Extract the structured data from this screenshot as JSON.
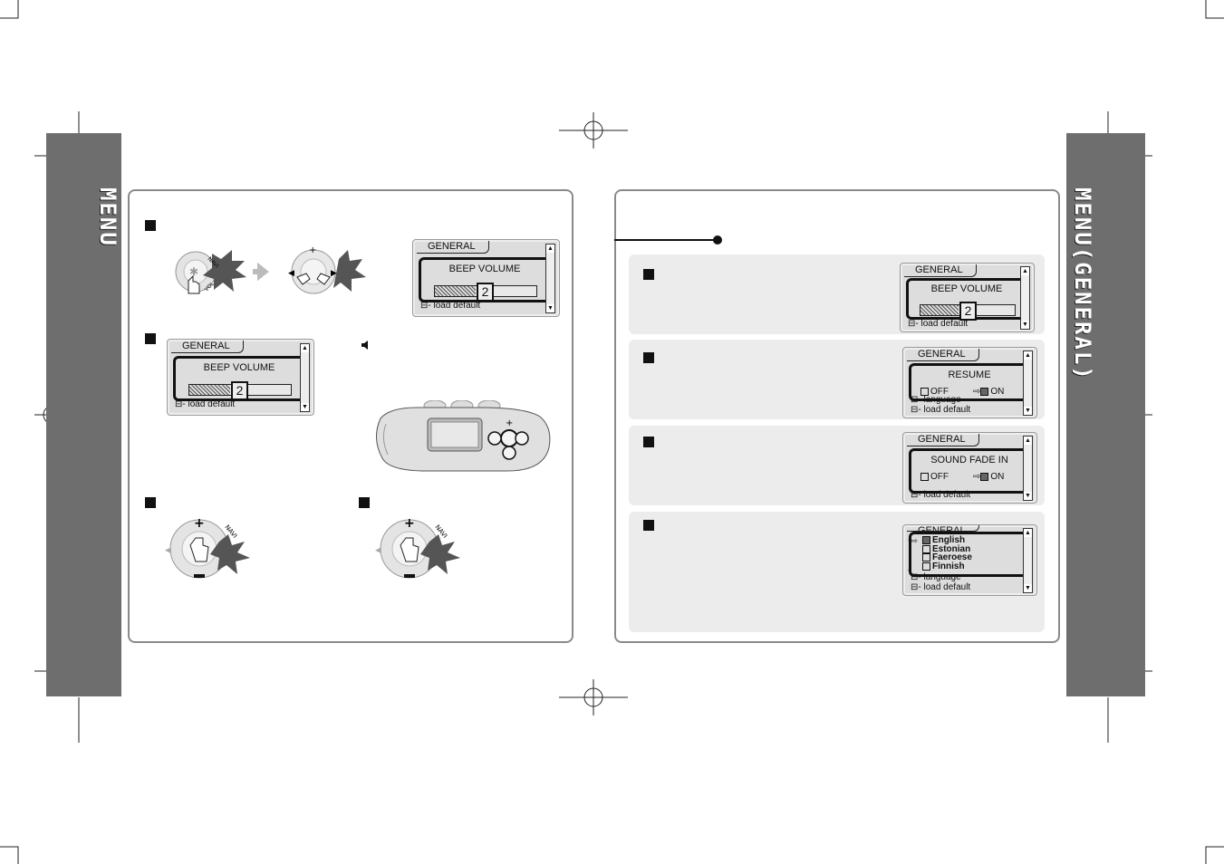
{
  "left_sidebar_title": "MENU",
  "right_sidebar_title": "MENU(GENERAL)",
  "lcd": {
    "tab": "GENERAL",
    "beep_volume": "BEEP  VOLUME",
    "volume_value": "2",
    "volume_level_fraction": 0.4,
    "load_default": "load default",
    "resume": "RESUME",
    "off": "OFF",
    "on": "ON",
    "sound_fade_in": "SOUND FADE IN",
    "language": "language",
    "languages": [
      "English",
      "Estonian",
      "Faeroese",
      "Finnish"
    ]
  },
  "icons": [
    "square-bullet-icon",
    "nav-wheel-icon",
    "hand-pointer-icon",
    "burst-icon",
    "scroll-up-arrow-icon",
    "scroll-down-arrow-icon",
    "checkbox-icon",
    "speaker-icon",
    "mp3-player-icon",
    "registration-mark-icon"
  ]
}
